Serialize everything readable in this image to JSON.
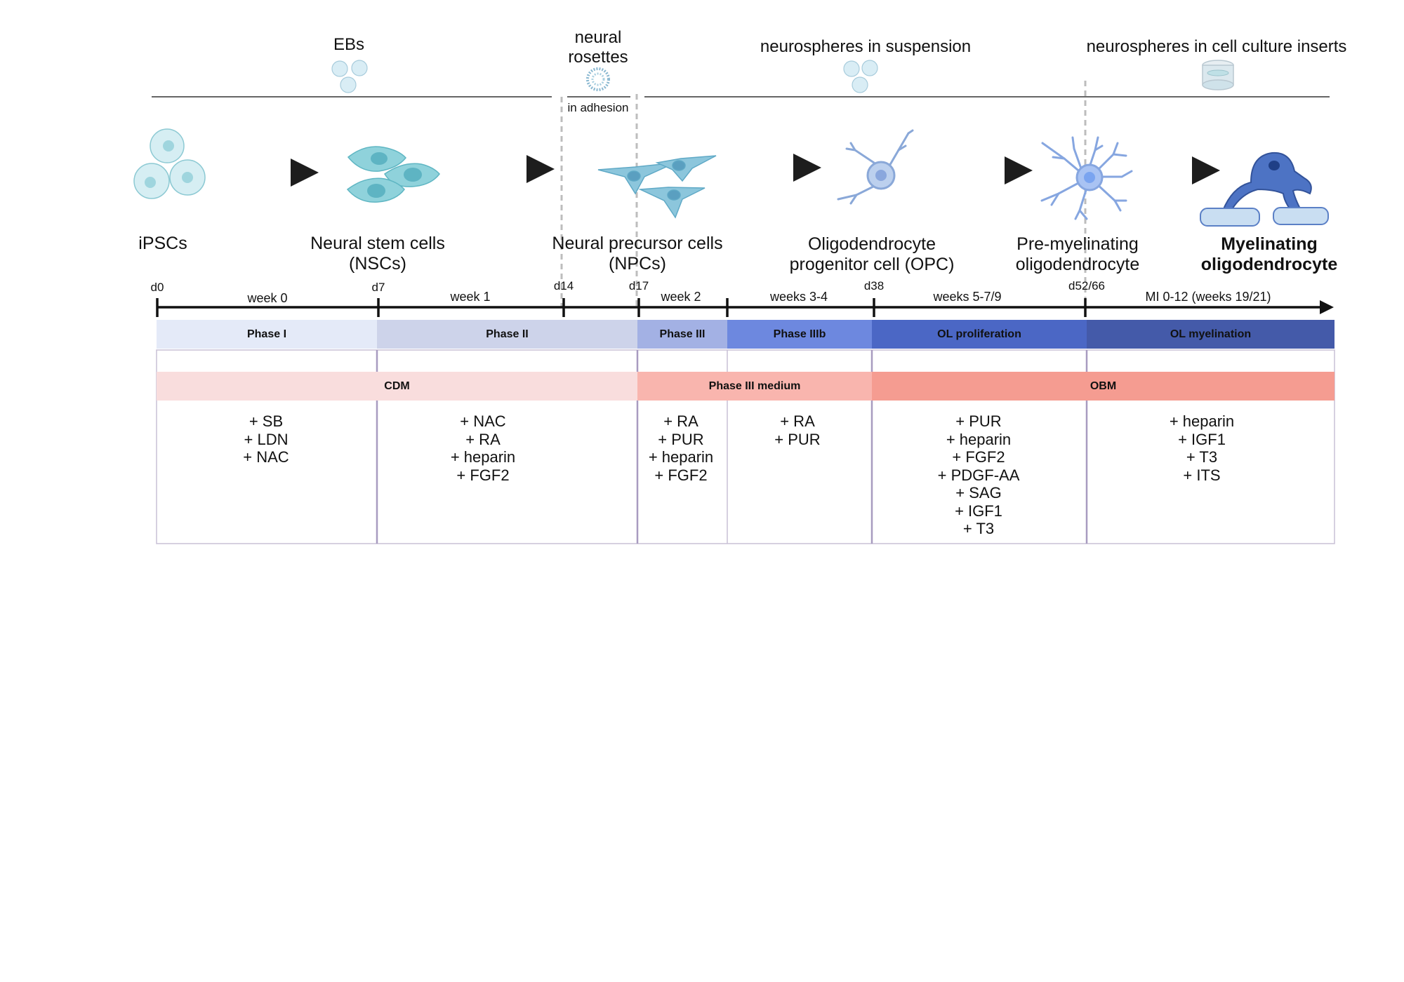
{
  "states": [
    {
      "id": "ebs",
      "label": "EBs"
    },
    {
      "id": "rosettes",
      "label": "neural\nrosettes",
      "sublabel": "in adhesion"
    },
    {
      "id": "suspension",
      "label": "neurospheres in suspension"
    },
    {
      "id": "inserts",
      "label": "neurospheres in cell culture inserts"
    }
  ],
  "cells": [
    {
      "id": "ipsc",
      "label": "iPSCs"
    },
    {
      "id": "nsc",
      "label": "Neural stem cells\n(NSCs)"
    },
    {
      "id": "npc",
      "label": "Neural precursor cells\n(NPCs)"
    },
    {
      "id": "opc",
      "label": "Oligodendrocyte\nprogenitor cell (OPC)"
    },
    {
      "id": "premyel",
      "label": "Pre-myelinating\noligodendrocyte"
    },
    {
      "id": "myel",
      "label": "Myelinating\noligodendrocyte"
    }
  ],
  "timeline": {
    "days": [
      "d0",
      "d7",
      "d14",
      "d17",
      "d38",
      "d52/66"
    ],
    "weeks": [
      "week 0",
      "week 1",
      "week 2",
      "weeks 3-4",
      "weeks 5-7/9",
      "MI 0-12 (weeks 19/21)"
    ]
  },
  "phases": [
    {
      "label": "Phase I",
      "color": "#e4eaf8"
    },
    {
      "label": "Phase II",
      "color": "#cdd3ea"
    },
    {
      "label": "Phase III",
      "color": "#a3b1e4"
    },
    {
      "label": "Phase IIIb",
      "color": "#6d88df"
    },
    {
      "label": "OL proliferation",
      "color": "#4b67c5"
    },
    {
      "label": "OL myelination",
      "color": "#445aa9"
    }
  ],
  "media": [
    {
      "label": "CDM",
      "color": "#f9dddd"
    },
    {
      "label": "Phase III medium",
      "color": "#f9b5ae"
    },
    {
      "label": "OBM",
      "color": "#f59c91"
    }
  ],
  "supplements": [
    "+ SB\n+ LDN\n+ NAC",
    "+ NAC\n+ RA\n+ heparin\n+ FGF2",
    "+ RA\n+ PUR\n+ heparin\n+ FGF2",
    "+ RA\n+ PUR",
    "+ PUR\n+ heparin\n+ FGF2\n+ PDGF-AA\n+ SAG\n+ IGF1\n+ T3",
    "+ heparin\n+ IGF1\n+ T3\n+ ITS"
  ],
  "colors": {
    "cell_light": "#cde9ef",
    "cell_teal": "#7cc7cf",
    "cell_blue": "#8fb5e0",
    "myelin": "#3d64b5",
    "divider": "#b7a6c9"
  }
}
